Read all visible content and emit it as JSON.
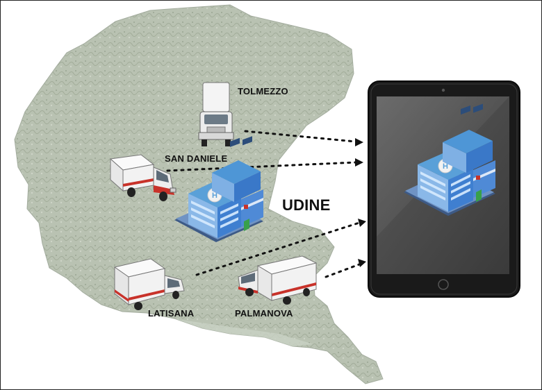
{
  "labels": {
    "tolmezzo": "TOLMEZZO",
    "san_daniele": "SAN DANIELE",
    "udine": "UDINE",
    "latisana": "LATISANA",
    "palmanova": "PALMANOVA"
  },
  "hospital_sign": "HOSPITAL",
  "colors": {
    "map_fill": "#aab5a4",
    "map_shade": "#8d9a88",
    "building_blue": "#3f7fd0",
    "building_light": "#8ab8e8",
    "roof": "#5aa0d8",
    "ambulance_red": "#c8322a",
    "tablet_frame": "#1a1a1a",
    "tablet_screen": "#555555"
  }
}
